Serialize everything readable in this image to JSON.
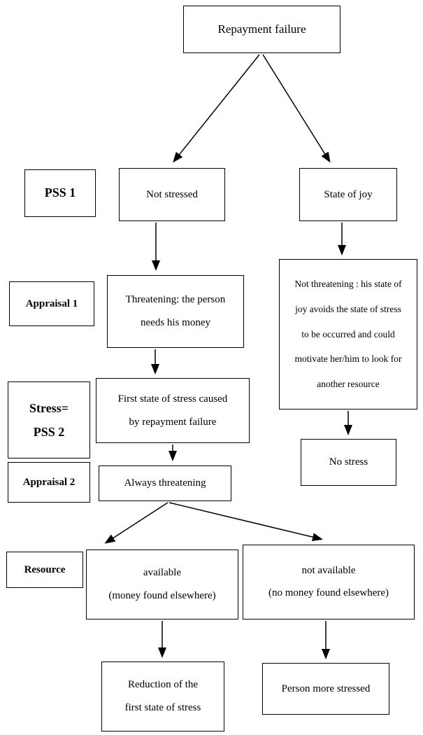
{
  "diagram_title": "Repayment failure stress appraisal flowchart",
  "colors": {
    "border": "#000000",
    "background": "#ffffff",
    "text": "#000000",
    "arrow": "#000000"
  },
  "boxes": {
    "repayment_failure": {
      "lines": [
        "Repayment failure"
      ]
    },
    "pss1": {
      "lines": [
        "PSS 1"
      ]
    },
    "not_stressed": {
      "lines": [
        "Not stressed"
      ]
    },
    "state_of_joy": {
      "lines": [
        "State of joy"
      ]
    },
    "appraisal1": {
      "lines": [
        "Appraisal 1"
      ]
    },
    "threatening": {
      "lines": [
        "Threatening: the person",
        "needs his money"
      ]
    },
    "not_threatening": {
      "lines": [
        "Not threatening : his state of",
        "joy avoids the state of stress",
        "to be occurred and could",
        "motivate her/him to look for",
        "another resource"
      ]
    },
    "stress_pss2": {
      "lines": [
        "Stress=",
        "PSS 2"
      ]
    },
    "first_state": {
      "lines": [
        "First state of stress caused",
        "by repayment failure"
      ]
    },
    "appraisal2": {
      "lines": [
        "Appraisal 2"
      ]
    },
    "always_threatening": {
      "lines": [
        "Always threatening"
      ]
    },
    "no_stress": {
      "lines": [
        "No stress"
      ]
    },
    "resource": {
      "lines": [
        "Resource"
      ]
    },
    "available": {
      "lines": [
        "available",
        "(money found elsewhere)"
      ]
    },
    "not_available": {
      "lines": [
        "not available",
        "(no money found elsewhere)"
      ]
    },
    "reduction": {
      "lines": [
        "Reduction of the",
        "first state of stress"
      ]
    },
    "person_more_stressed": {
      "lines": [
        "Person more stressed"
      ]
    }
  }
}
